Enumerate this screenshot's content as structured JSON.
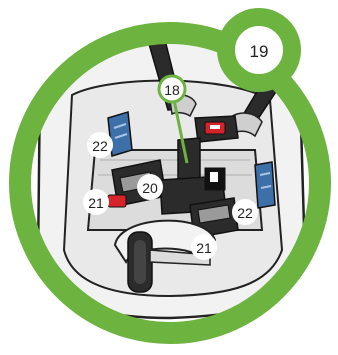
{
  "diagram": {
    "step_badge": "19",
    "callouts": {
      "strap": "18",
      "buckle": "20",
      "left_clip": "21",
      "right_clip": "21",
      "left_anchor": "22",
      "right_anchor": "22"
    }
  },
  "colors": {
    "ring_green": "#6cb33f",
    "outline": "#222222",
    "seat_light": "#f2f2f2",
    "seat_shade": "#d9d9d9",
    "strap_dark": "#2b2b2b",
    "anchor_blue": "#3d6fa8",
    "button_red": "#d8222a"
  }
}
